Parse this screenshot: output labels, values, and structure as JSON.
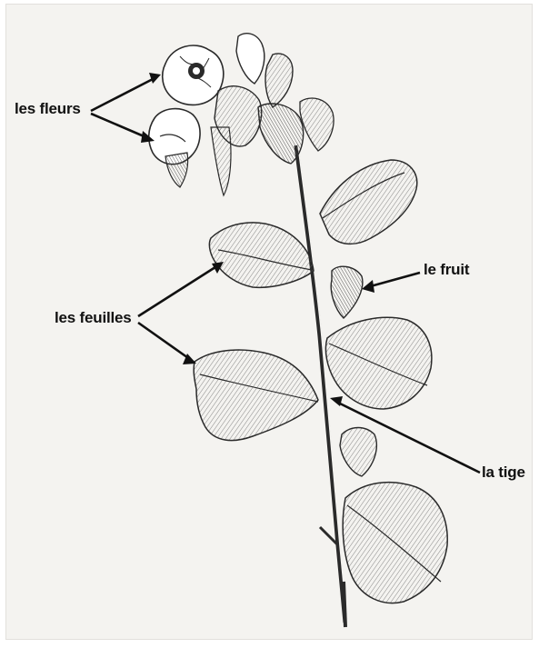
{
  "labels": {
    "flowers": "les fleurs",
    "fruit": "le fruit",
    "leaves": "les feuilles",
    "stem": "la tige"
  },
  "colors": {
    "background": "#f4f3f0",
    "ink": "#111111"
  }
}
